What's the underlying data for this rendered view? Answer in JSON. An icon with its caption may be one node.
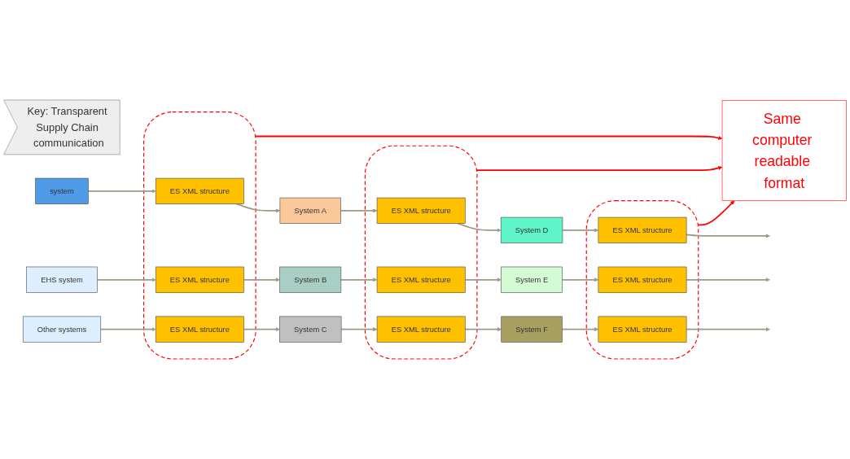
{
  "diagram": {
    "nodes": [
      {
        "text": [
          "Key: Transparent Supply Chain communication"
        ]
      },
      {
        "text": [
          "system"
        ]
      },
      {
        "text": [
          "EHS system"
        ]
      },
      {
        "text": [
          "Other systems"
        ]
      },
      {
        "text": [],
        "shape": "ellipse"
      },
      {
        "text": [
          "ES XML structure"
        ],
        "in": 4
      },
      {
        "text": [
          "ES XML structure"
        ],
        "in": 4
      },
      {
        "text": [
          "ES XML structure"
        ],
        "in": 4
      },
      {
        "text": [
          "System A"
        ]
      },
      {
        "text": [
          "System B"
        ]
      },
      {
        "text": [
          "System C"
        ]
      },
      {
        "text": [],
        "shape": "ellipse"
      },
      {
        "text": [
          "ES XML structure"
        ],
        "in": 11
      },
      {
        "text": [
          "ES XML structure"
        ],
        "in": 11
      },
      {
        "text": [
          "ES XML structure"
        ],
        "in": 11
      },
      {
        "text": [
          "System D"
        ]
      },
      {
        "text": [
          "System E"
        ]
      },
      {
        "text": [
          "System F"
        ]
      },
      {
        "text": [],
        "shape": "ellipse"
      },
      {
        "text": [
          "ES XML structure"
        ],
        "in": 18
      },
      {
        "text": [
          "ES XML structure"
        ],
        "in": 18
      },
      {
        "text": [
          "ES XML structure"
        ],
        "in": 18
      },
      {
        "text": [
          "Same computer readable format"
        ]
      }
    ],
    "edges": [
      {
        "from": 1,
        "to": 5,
        "arrow": "to"
      },
      {
        "from": 2,
        "to": 6,
        "arrow": "to"
      },
      {
        "from": 3,
        "to": 7,
        "arrow": "to"
      },
      {
        "from": 5,
        "to": 8,
        "arrow": "to"
      },
      {
        "from": 6,
        "to": 9,
        "arrow": "to"
      },
      {
        "from": 7,
        "to": 10,
        "arrow": "to"
      },
      {
        "from": 8,
        "to": 12,
        "arrow": "to"
      },
      {
        "from": 9,
        "to": 13,
        "arrow": "to"
      },
      {
        "from": 10,
        "to": 14,
        "arrow": "to"
      },
      {
        "from": 12,
        "to": 15,
        "arrow": "to"
      },
      {
        "from": 13,
        "to": 16,
        "arrow": "to"
      },
      {
        "from": 14,
        "to": 17,
        "arrow": "to"
      },
      {
        "from": 15,
        "to": 19,
        "arrow": "to"
      },
      {
        "from": 16,
        "to": 20,
        "arrow": "to"
      },
      {
        "from": 17,
        "to": 21,
        "arrow": "to"
      },
      {
        "from": 19,
        "to": null,
        "arrow": "to"
      },
      {
        "from": 20,
        "to": null,
        "arrow": "to"
      },
      {
        "from": 21,
        "to": null,
        "arrow": "to"
      },
      {
        "from": 4,
        "to": 22,
        "arrow": "to",
        "color": "#ff0000"
      },
      {
        "from": 11,
        "to": 22,
        "arrow": "to",
        "color": "#ff0000"
      },
      {
        "from": 18,
        "to": 22,
        "arrow": "to",
        "color": "#ff0000"
      }
    ]
  }
}
